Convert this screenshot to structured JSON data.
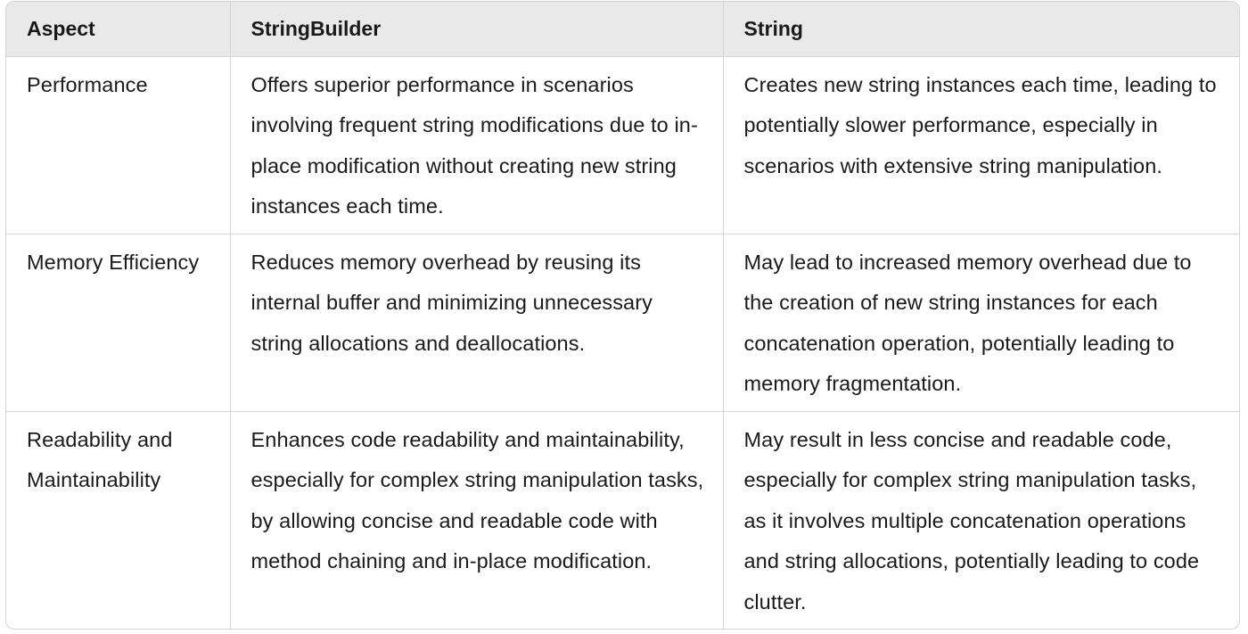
{
  "table": {
    "headers": [
      "Aspect",
      "StringBuilder",
      "String"
    ],
    "rows": [
      {
        "aspect": "Performance",
        "stringbuilder": "Offers superior performance in scenarios involving frequent string modifications due to in-place modification without creating new string instances each time.",
        "string": "Creates new string instances each time, leading to potentially slower performance, especially in scenarios with extensive string manipulation."
      },
      {
        "aspect": "Memory Efficiency",
        "stringbuilder": "Reduces memory overhead by reusing its internal buffer and minimizing unnecessary string allocations and deallocations.",
        "string": "May lead to increased memory overhead due to the creation of new string instances for each concatenation operation, potentially leading to memory fragmentation."
      },
      {
        "aspect": "Readability and Maintainability",
        "stringbuilder": "Enhances code readability and maintainability, especially for complex string manipulation tasks, by allowing concise and readable code with method chaining and in-place modification.",
        "string": "May result in less concise and readable code, especially for complex string manipulation tasks, as it involves multiple concatenation operations and string allocations, potentially leading to code clutter."
      }
    ]
  }
}
